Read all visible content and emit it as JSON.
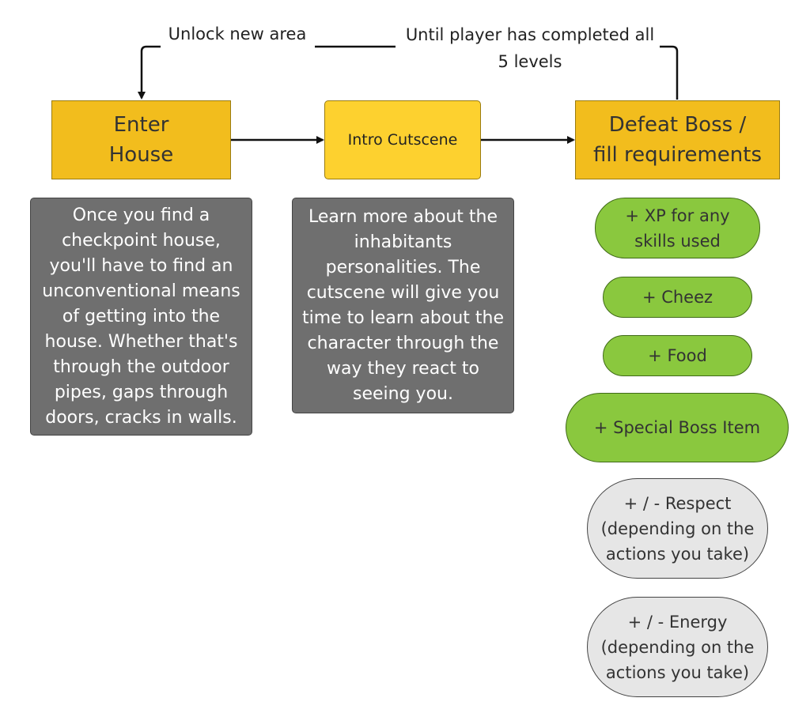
{
  "flow": {
    "top_left_label": "Unlock new area",
    "top_right_label_line1": "Until player has completed all",
    "top_right_label_line2": "5 levels",
    "step1_line1": "Enter",
    "step1_line2": "House",
    "step2": "Intro Cutscene",
    "step3_line1": "Defeat Boss /",
    "step3_line2": "fill requirements"
  },
  "notes": {
    "step1_lines": [
      "Once you find a",
      "checkpoint house,",
      "you'll have to find an",
      "unconventional means",
      "of getting into the",
      "house. Whether that's",
      "through the outdoor",
      "pipes, gaps through",
      "doors, cracks in walls."
    ],
    "step2_lines": [
      "Learn more about the",
      "inhabitants",
      "personalities. The",
      "cutscene will give you",
      "time to learn about the",
      "character through the",
      "way they react to",
      "seeing you."
    ]
  },
  "rewards": {
    "xp_line1": "+ XP for any",
    "xp_line2": "skills used",
    "cheez": "+ Cheez",
    "food": "+ Food",
    "special": "+ Special Boss Item",
    "respect_line1": "+ / - Respect",
    "respect_line2": "(depending on the",
    "respect_line3": "actions you take)",
    "energy_line1": "+ / - Energy",
    "energy_line2": "(depending on the",
    "energy_line3": "actions you take)"
  },
  "colors": {
    "yellow_dark": "#f2bd1d",
    "yellow_light": "#fdd12f",
    "grey_note": "#6f6f6f",
    "green_pill": "#8ac83e",
    "grey_pill": "#e6e6e6"
  }
}
